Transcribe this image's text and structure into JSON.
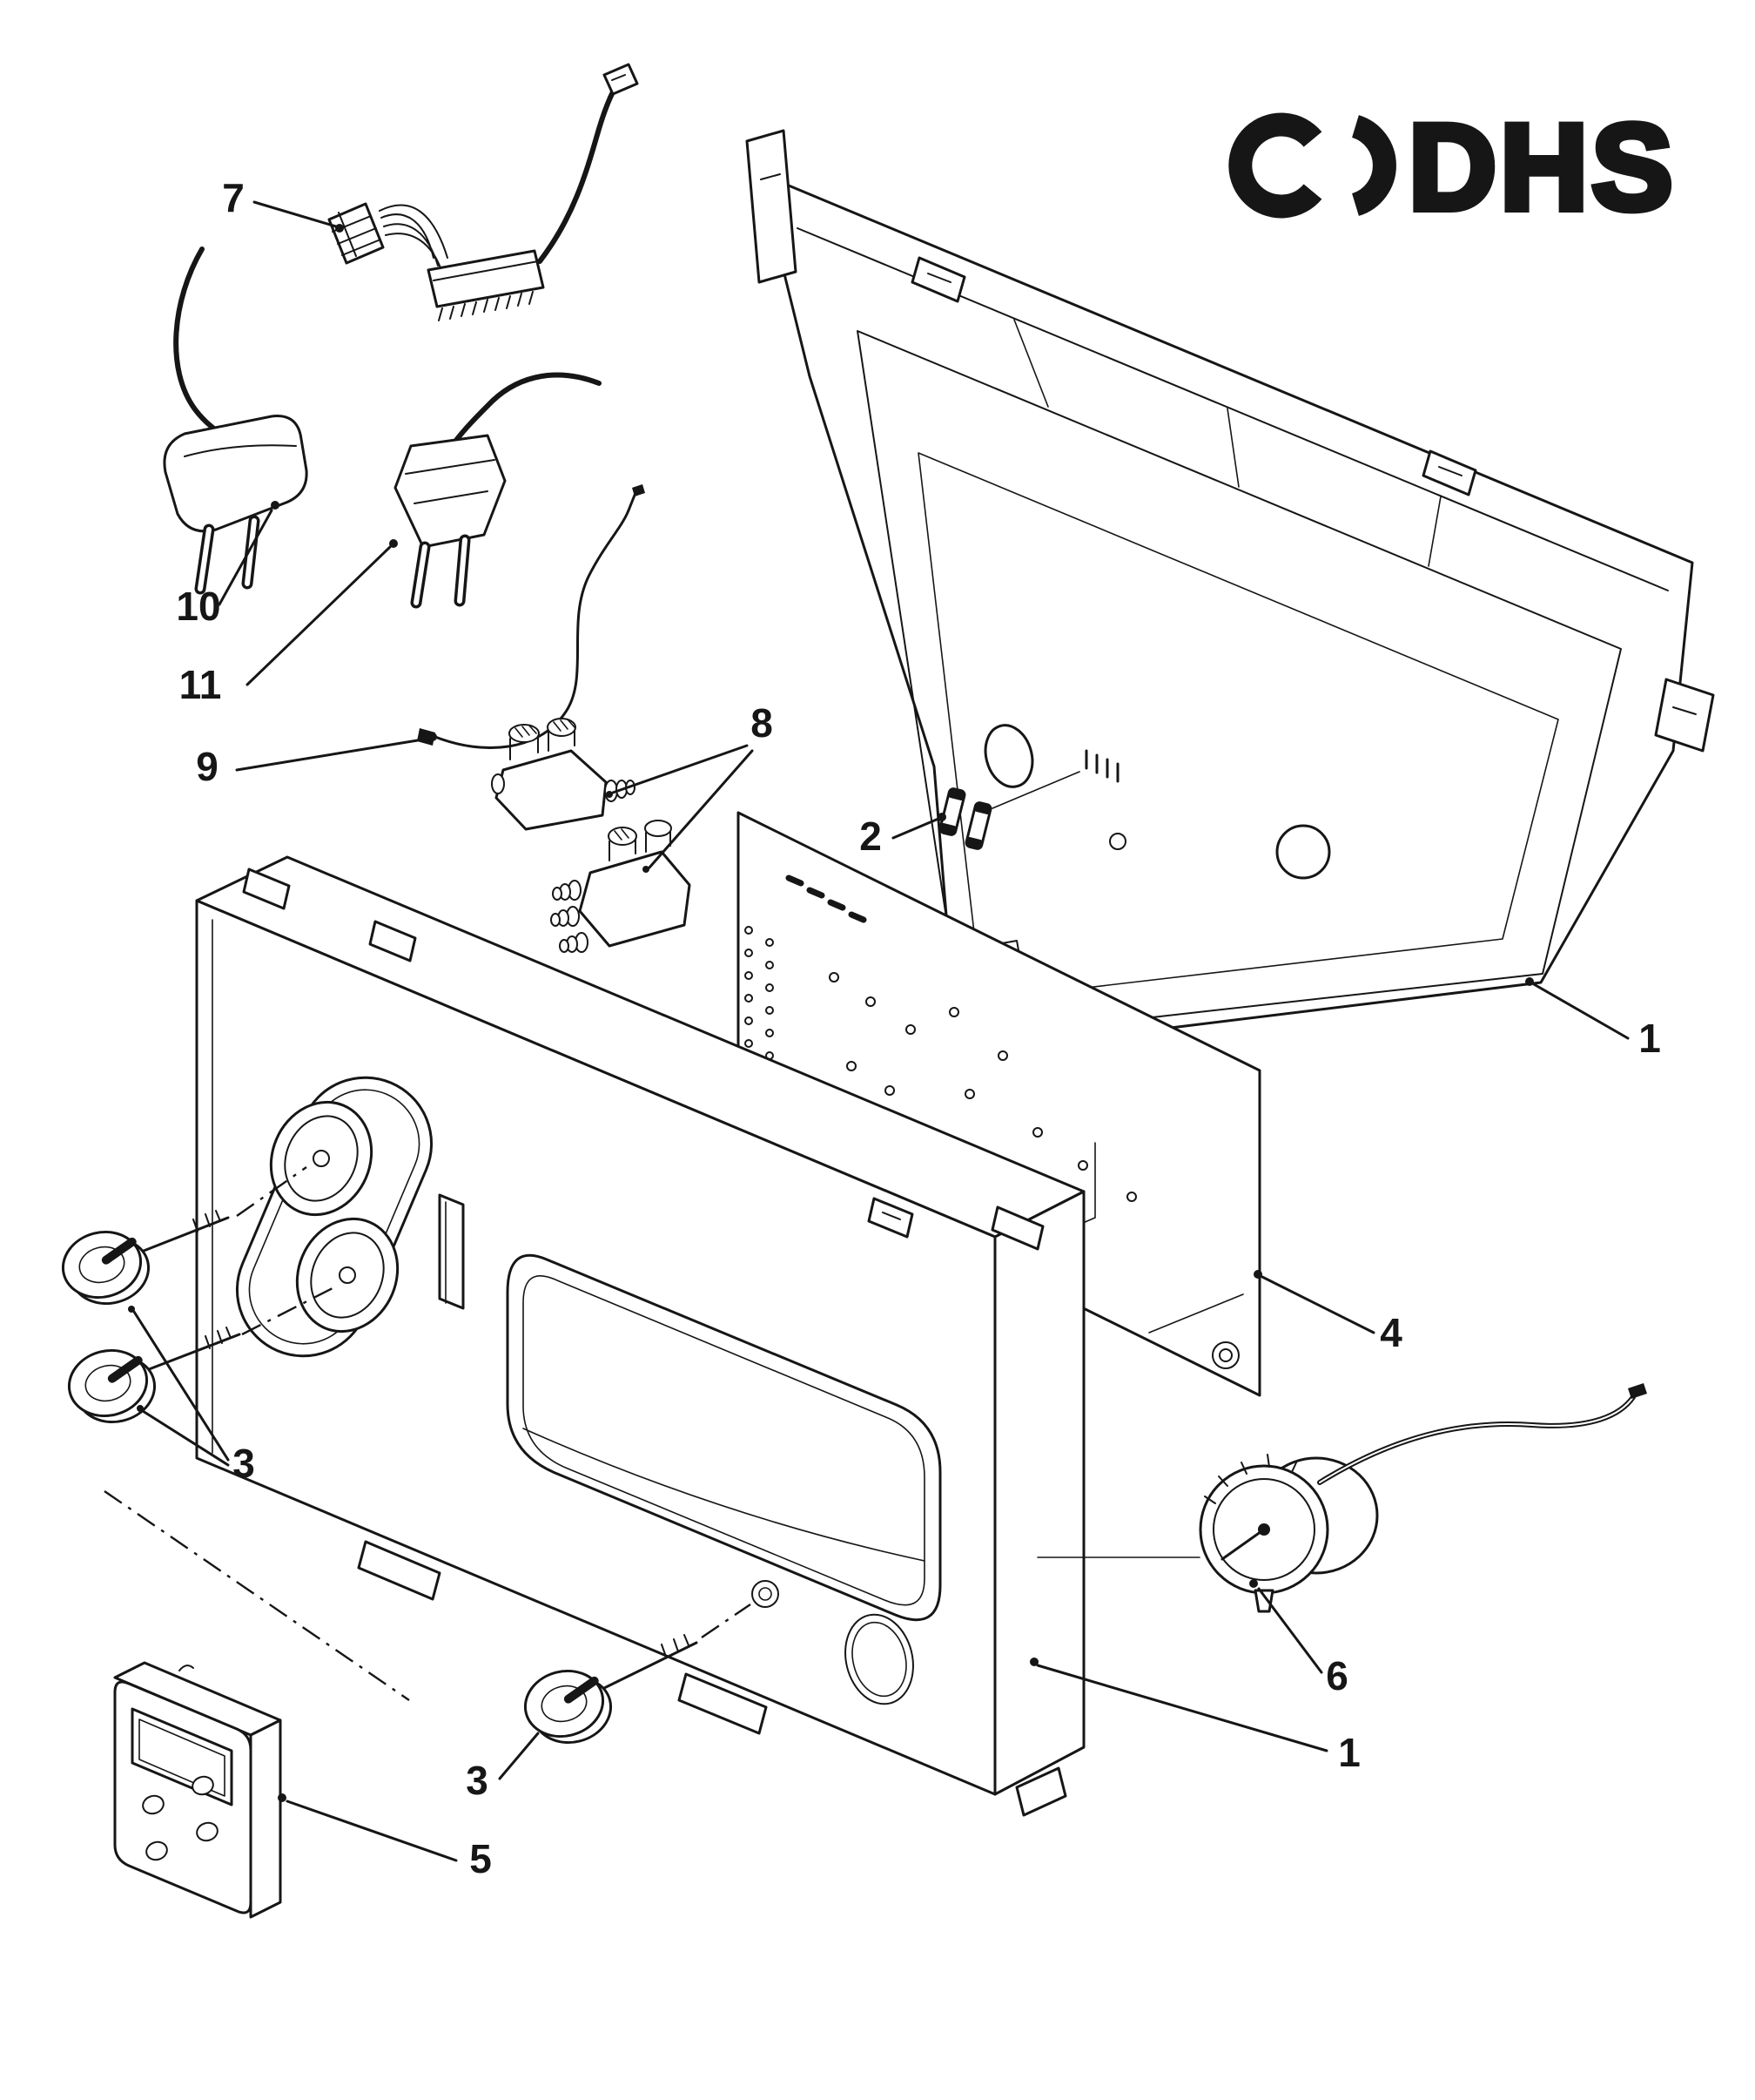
{
  "logo": {
    "text": "DHS"
  },
  "callouts": {
    "c1_top": "1",
    "c1_bottom": "1",
    "c2": "2",
    "c3_left": "3",
    "c3_bottom": "3",
    "c4": "4",
    "c5": "5",
    "c6": "6",
    "c7": "7",
    "c8": "8",
    "c9": "9",
    "c10": "10",
    "c11": "11"
  },
  "colors": {
    "line": "#161616",
    "paper": "#ffffff"
  }
}
